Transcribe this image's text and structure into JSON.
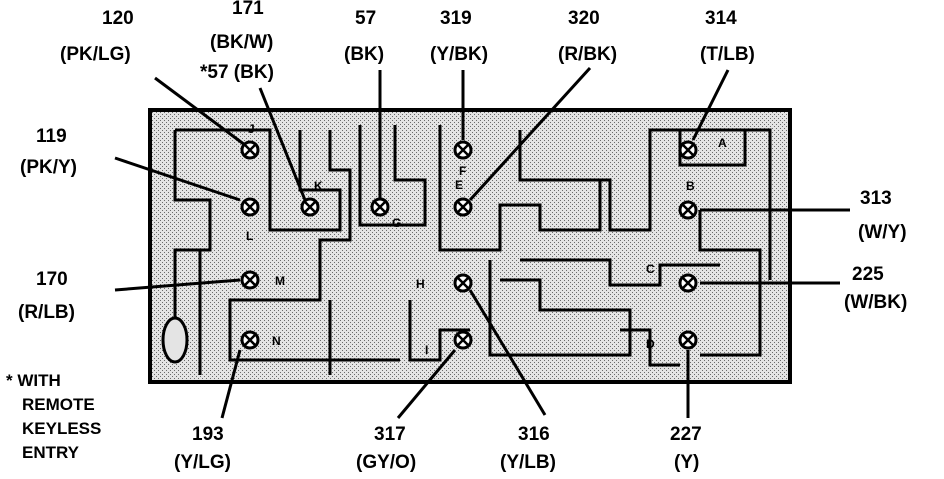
{
  "diagram": {
    "pins": [
      {
        "letter": "J",
        "circuit": "120",
        "color": "(PK/LG)"
      },
      {
        "letter": "K",
        "circuit": "171",
        "color": "(BK/W)",
        "alt": "*57 (BK)"
      },
      {
        "letter": "G",
        "circuit": "57",
        "color": "(BK)"
      },
      {
        "letter": "F",
        "circuit": "319",
        "color": "(Y/BK)"
      },
      {
        "letter": "E",
        "circuit": "320",
        "color": "(R/BK)"
      },
      {
        "letter": "A",
        "circuit": "314",
        "color": "(T/LB)"
      },
      {
        "letter": "L",
        "circuit": "119",
        "color": "(PK/Y)"
      },
      {
        "letter": "B",
        "circuit": "313",
        "color": "(W/Y)"
      },
      {
        "letter": "M",
        "circuit": "170",
        "color": "(R/LB)"
      },
      {
        "letter": "C",
        "circuit": "225",
        "color": "(W/BK)"
      },
      {
        "letter": "H",
        "circuit": "316",
        "color": "(Y/LB)"
      },
      {
        "letter": "N",
        "circuit": "193",
        "color": "(Y/LG)"
      },
      {
        "letter": "I",
        "circuit": "317",
        "color": "(GY/O)"
      },
      {
        "letter": "D",
        "circuit": "227",
        "color": "(Y)"
      }
    ],
    "footnote": [
      "* WITH",
      "REMOTE",
      "KEYLESS",
      "ENTRY"
    ]
  }
}
